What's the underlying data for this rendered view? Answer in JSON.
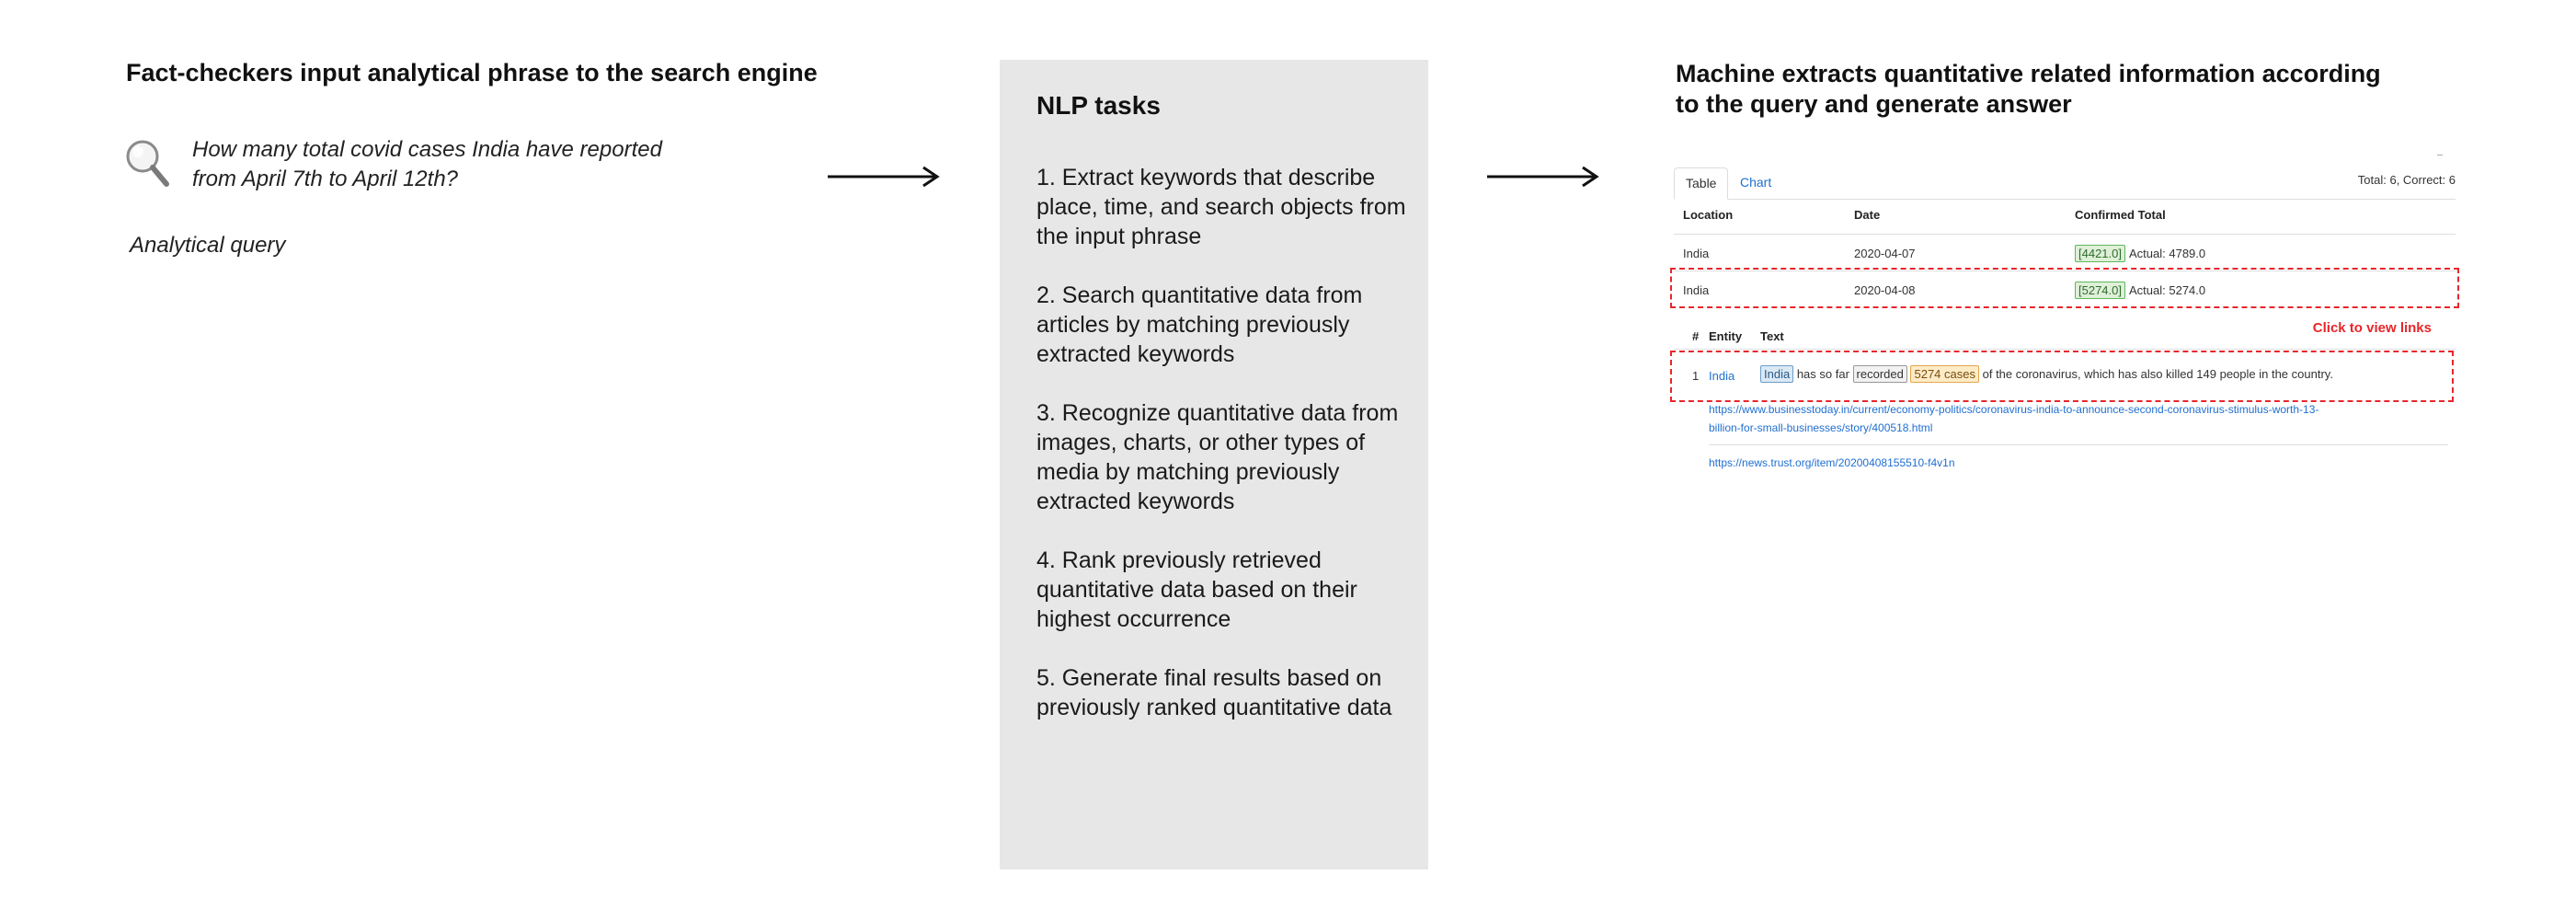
{
  "left": {
    "heading": "Fact-checkers input analytical phrase to the search engine",
    "query_lines": [
      "How many total covid cases India have reported",
      "from April 7th to April 12th?"
    ],
    "query_label": "Analytical query",
    "icon": "magnifier-icon"
  },
  "middle": {
    "title": "NLP tasks",
    "items": [
      "1. Extract keywords that describe place, time, and search objects from the input phrase",
      "2. Search quantitative data from articles by matching previously extracted keywords",
      "3. Recognize quantitative data from images, charts, or other types of media by matching previously extracted keywords",
      "4. Rank previously retrieved quantitative data based on their highest occurrence",
      "5. Generate final results based on previously ranked quantitative data"
    ],
    "box_color": "#e7e7e7"
  },
  "right": {
    "heading_lines": [
      "Machine extracts quantitative related information according",
      "to the query and generate answer"
    ],
    "screenshot": {
      "tabs": [
        "Table",
        "Chart"
      ],
      "totals": "Total: 6, Correct: 6",
      "columns": [
        "Location",
        "Date",
        "Confirmed Total"
      ],
      "rows": [
        {
          "location": "India",
          "date": "2020-04-07",
          "predicted": "[4421.0]",
          "actual": "Actual: 4789.0"
        },
        {
          "location": "India",
          "date": "2020-04-08",
          "predicted": "[5274.0]",
          "actual": "Actual: 5274.0"
        }
      ],
      "detail_columns": [
        "#",
        "Entity",
        "Text"
      ],
      "click_hint": "Click to view links",
      "detail": {
        "num": "1",
        "entity": "India",
        "tokens": {
          "entity": "India",
          "t1": "has so far",
          "verb": "recorded",
          "value": "5274 cases",
          "t2": "of the coronavirus, which has also killed 149 people in the country."
        }
      },
      "links": [
        "https://www.businesstoday.in/current/economy-politics/coronavirus-india-to-announce-second-coronavirus-stimulus-worth-13-",
        "billion-for-small-businesses/story/400518.html",
        "https://news.trust.org/item/20200408155510-f4v1n"
      ],
      "highlight_color": "#e8262b",
      "link_color": "#1f6fd1"
    }
  }
}
